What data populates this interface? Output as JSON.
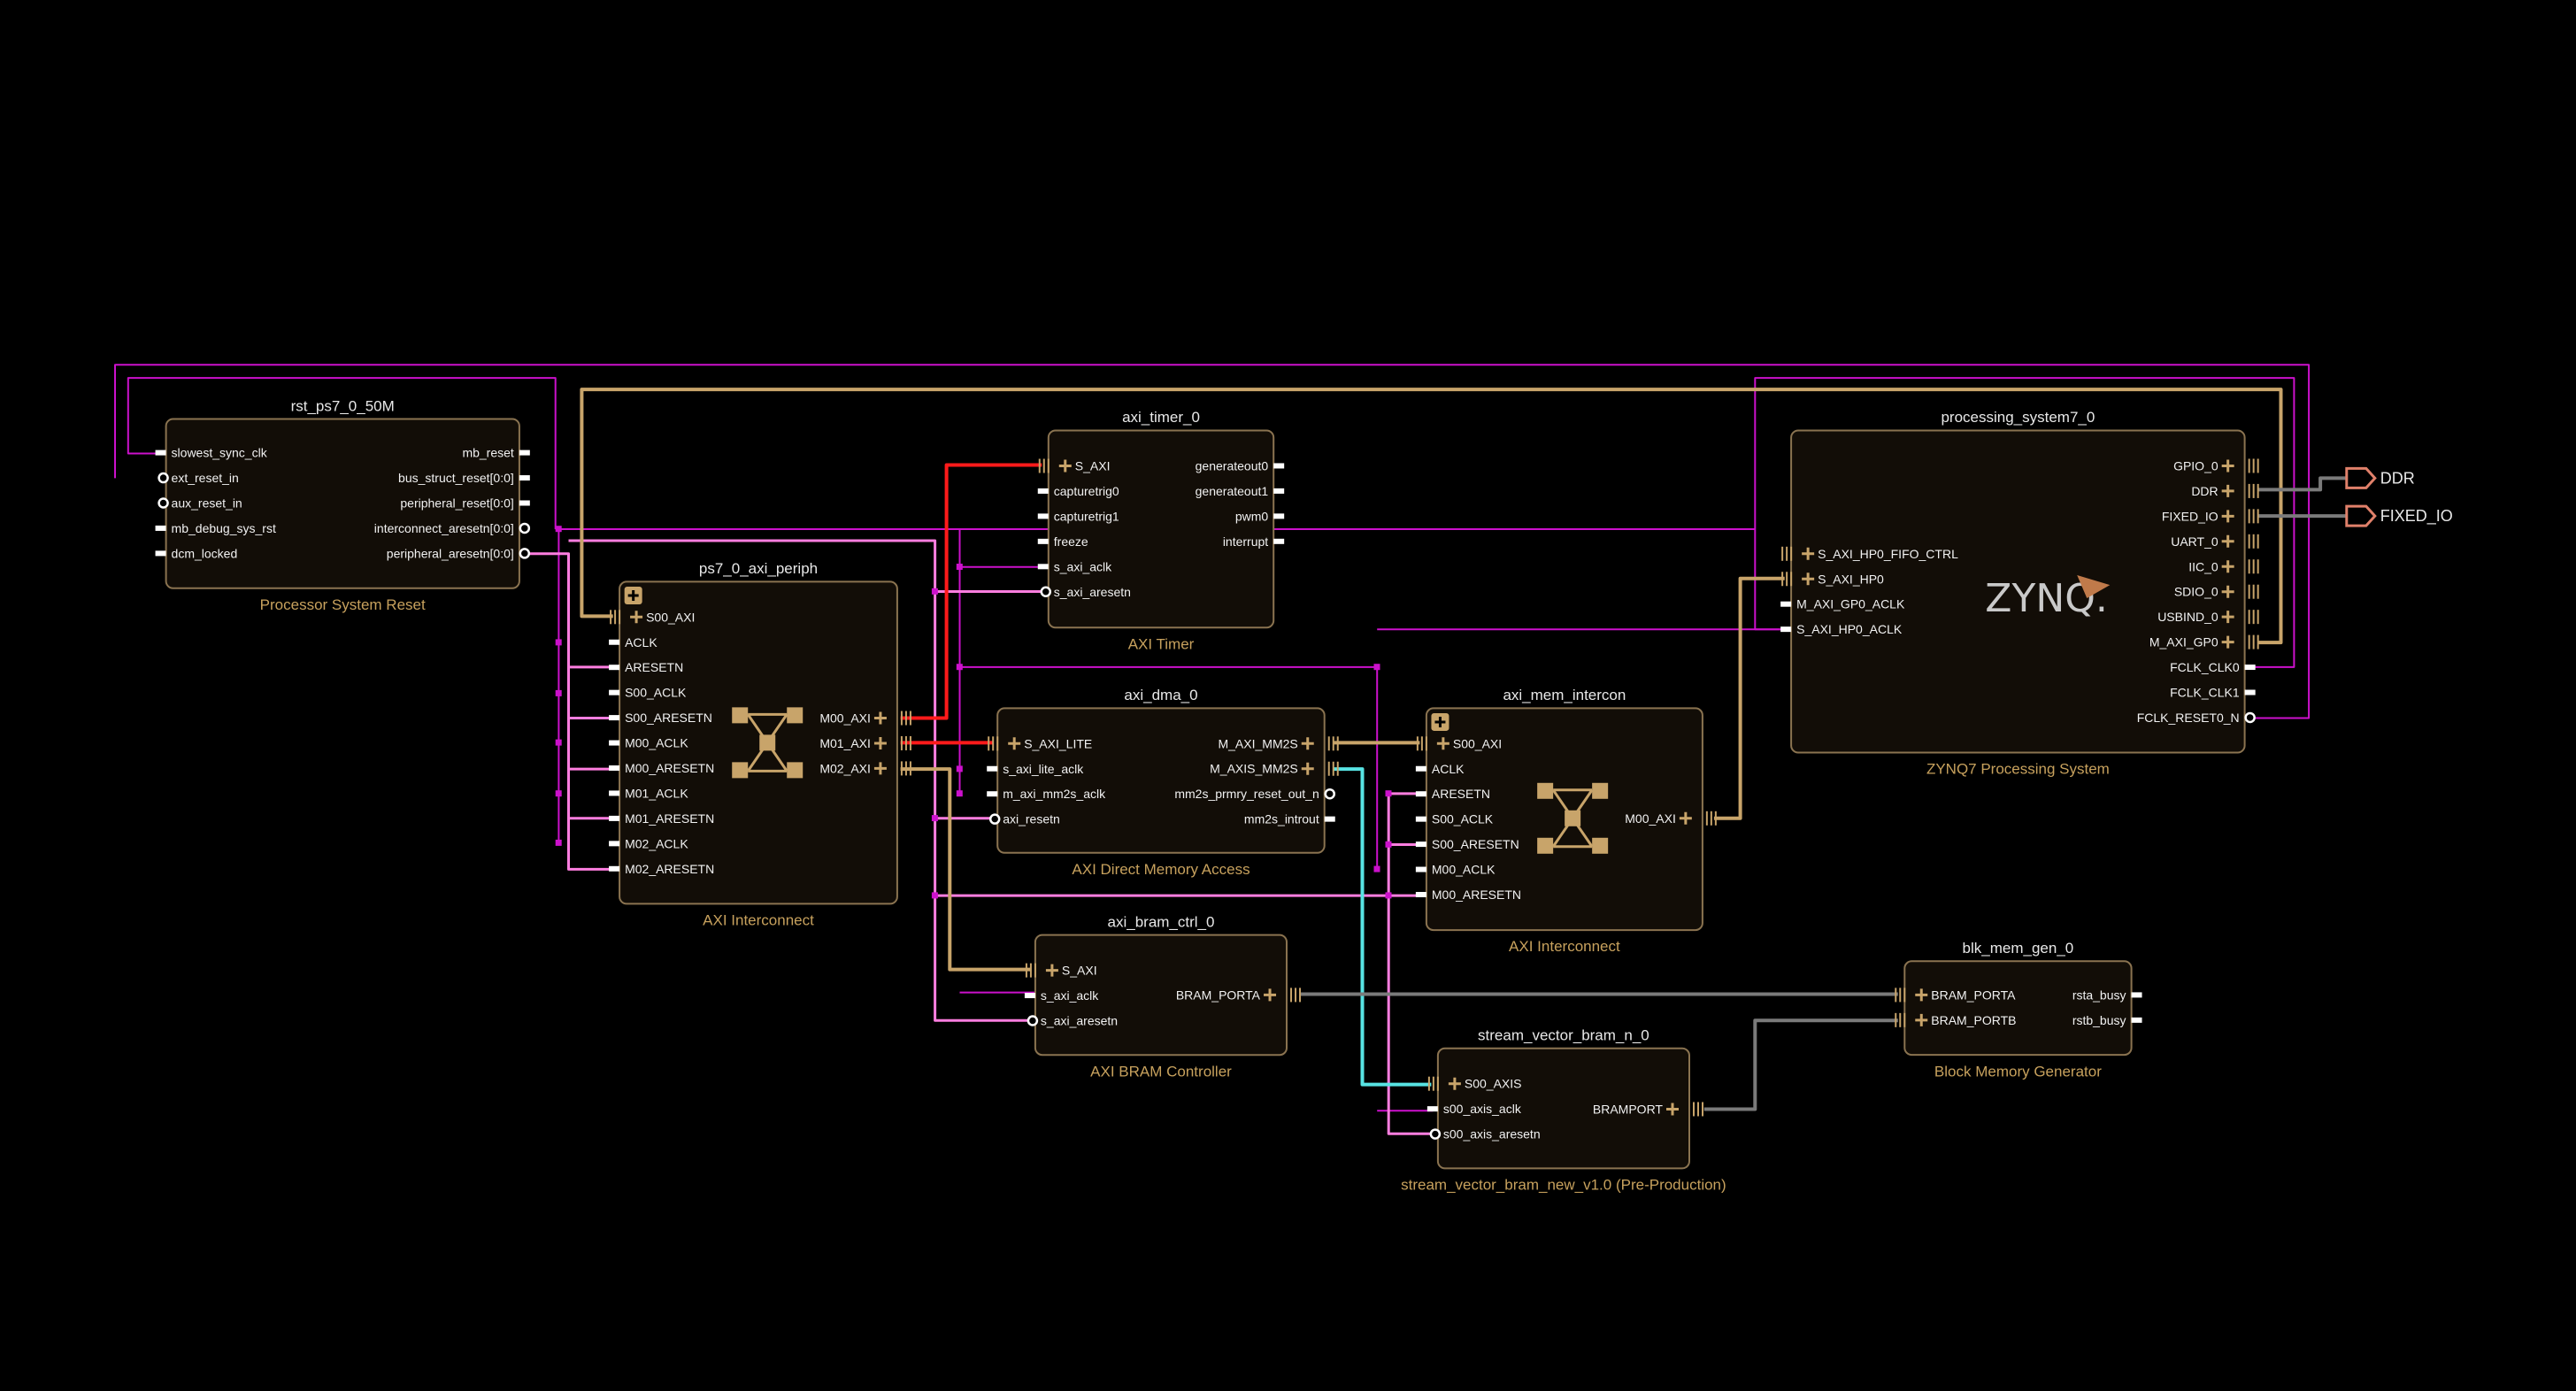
{
  "diagram": {
    "blocks": [
      {
        "id": "rst",
        "title": "rst_ps7_0_50M",
        "subtitle": "Processor System Reset",
        "left": [
          "slowest_sync_clk",
          "ext_reset_in",
          "aux_reset_in",
          "mb_debug_sys_rst",
          "dcm_locked"
        ],
        "right": [
          "mb_reset",
          "bus_struct_reset[0:0]",
          "peripheral_reset[0:0]",
          "interconnect_aresetn[0:0]",
          "peripheral_aresetn[0:0]"
        ]
      },
      {
        "id": "periph",
        "title": "ps7_0_axi_periph",
        "subtitle": "AXI Interconnect",
        "left": [
          "S00_AXI",
          "ACLK",
          "ARESETN",
          "S00_ACLK",
          "S00_ARESETN",
          "M00_ACLK",
          "M00_ARESETN",
          "M01_ACLK",
          "M01_ARESETN",
          "M02_ACLK",
          "M02_ARESETN"
        ],
        "right": [
          "M00_AXI",
          "M01_AXI",
          "M02_AXI"
        ]
      },
      {
        "id": "timer",
        "title": "axi_timer_0",
        "subtitle": "AXI Timer",
        "left": [
          "S_AXI",
          "capturetrig0",
          "capturetrig1",
          "freeze",
          "s_axi_aclk",
          "s_axi_aresetn"
        ],
        "right": [
          "generateout0",
          "generateout1",
          "pwm0",
          "interrupt"
        ]
      },
      {
        "id": "dma",
        "title": "axi_dma_0",
        "subtitle": "AXI Direct Memory Access",
        "left": [
          "S_AXI_LITE",
          "s_axi_lite_aclk",
          "m_axi_mm2s_aclk",
          "axi_resetn"
        ],
        "right": [
          "M_AXI_MM2S",
          "M_AXIS_MM2S",
          "mm2s_prmry_reset_out_n",
          "mm2s_introut"
        ]
      },
      {
        "id": "memic",
        "title": "axi_mem_intercon",
        "subtitle": "AXI Interconnect",
        "left": [
          "S00_AXI",
          "ACLK",
          "ARESETN",
          "S00_ACLK",
          "S00_ARESETN",
          "M00_ACLK",
          "M00_ARESETN"
        ],
        "right": [
          "M00_AXI"
        ]
      },
      {
        "id": "ps7",
        "title": "processing_system7_0",
        "subtitle": "ZYNQ7 Processing System",
        "left": [
          "S_AXI_HP0_FIFO_CTRL",
          "S_AXI_HP0",
          "M_AXI_GP0_ACLK",
          "S_AXI_HP0_ACLK"
        ],
        "right": [
          "GPIO_0",
          "DDR",
          "FIXED_IO",
          "UART_0",
          "IIC_0",
          "SDIO_0",
          "USBIND_0",
          "M_AXI_GP0",
          "FCLK_CLK0",
          "FCLK_CLK1",
          "FCLK_RESET0_N"
        ],
        "logo": "ZYNQ."
      },
      {
        "id": "bram",
        "title": "axi_bram_ctrl_0",
        "subtitle": "AXI BRAM Controller",
        "left": [
          "S_AXI",
          "s_axi_aclk",
          "s_axi_aresetn"
        ],
        "right": [
          "BRAM_PORTA"
        ]
      },
      {
        "id": "svb",
        "title": "stream_vector_bram_n_0",
        "subtitle": "stream_vector_bram_new_v1.0 (Pre-Production)",
        "left": [
          "S00_AXIS",
          "s00_axis_aclk",
          "s00_axis_aresetn"
        ],
        "right": [
          "BRAMPORT"
        ]
      },
      {
        "id": "blk",
        "title": "blk_mem_gen_0",
        "subtitle": "Block Memory Generator",
        "left": [
          "BRAM_PORTA",
          "BRAM_PORTB"
        ],
        "right": [
          "rsta_busy",
          "rstb_busy"
        ]
      }
    ],
    "external_ports": [
      "DDR",
      "FIXED_IO"
    ],
    "colors": {
      "background": "#000000",
      "block_fill": "#120d07",
      "block_border": "#8a7350",
      "title": "#e8e8e8",
      "subtitle": "#c7a15d",
      "bus_axi": "#c8a46a",
      "clock": "#cc11cc",
      "reset": "#ff7ee0",
      "axi_lite_red": "#ff1a1a",
      "axis_cyan": "#57e3e3",
      "bram_gray": "#7a7a7a"
    }
  }
}
